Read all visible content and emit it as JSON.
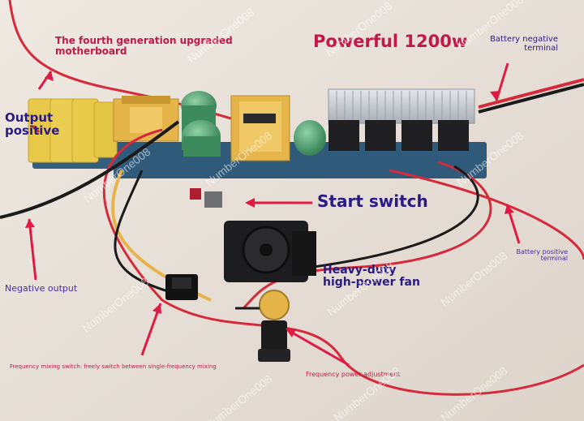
{
  "labels": {
    "fourth_gen_line1": "The fourth generation upgraded",
    "fourth_gen_line2": "motherboard",
    "powerful": "Powerful 1200w",
    "battery_negative_line1": "Battery negative",
    "battery_negative_line2": "terminal",
    "output_positive_line1": "Output",
    "output_positive_line2": "positive",
    "start_switch": "Start switch",
    "battery_positive_line1": "Battery positive",
    "battery_positive_line2": "terminal",
    "fan_line1": "Heavy-duty",
    "fan_line2": "high-power fan",
    "negative_output": "Negative output",
    "freq_mixing": "Frequency mixing switch: freely switch between single-frequency mixing",
    "freq_power": "Frequency power adjustment"
  },
  "watermark": "NumberOne008",
  "colors": {
    "label_red": "#c2184a",
    "label_purple": "#4a2d9c",
    "label_navy": "#2a1a84",
    "arrow_red": "#e01a44",
    "background": "#e9e3db",
    "pcb_blue": "#2f5a7a",
    "capacitor_yellow": "#e8c94a",
    "transformer_orange": "#e5b54a",
    "heatsink_silver": "#c9cdd2",
    "fan_black": "#1d1d1f",
    "wire_red": "#d62a3b"
  }
}
